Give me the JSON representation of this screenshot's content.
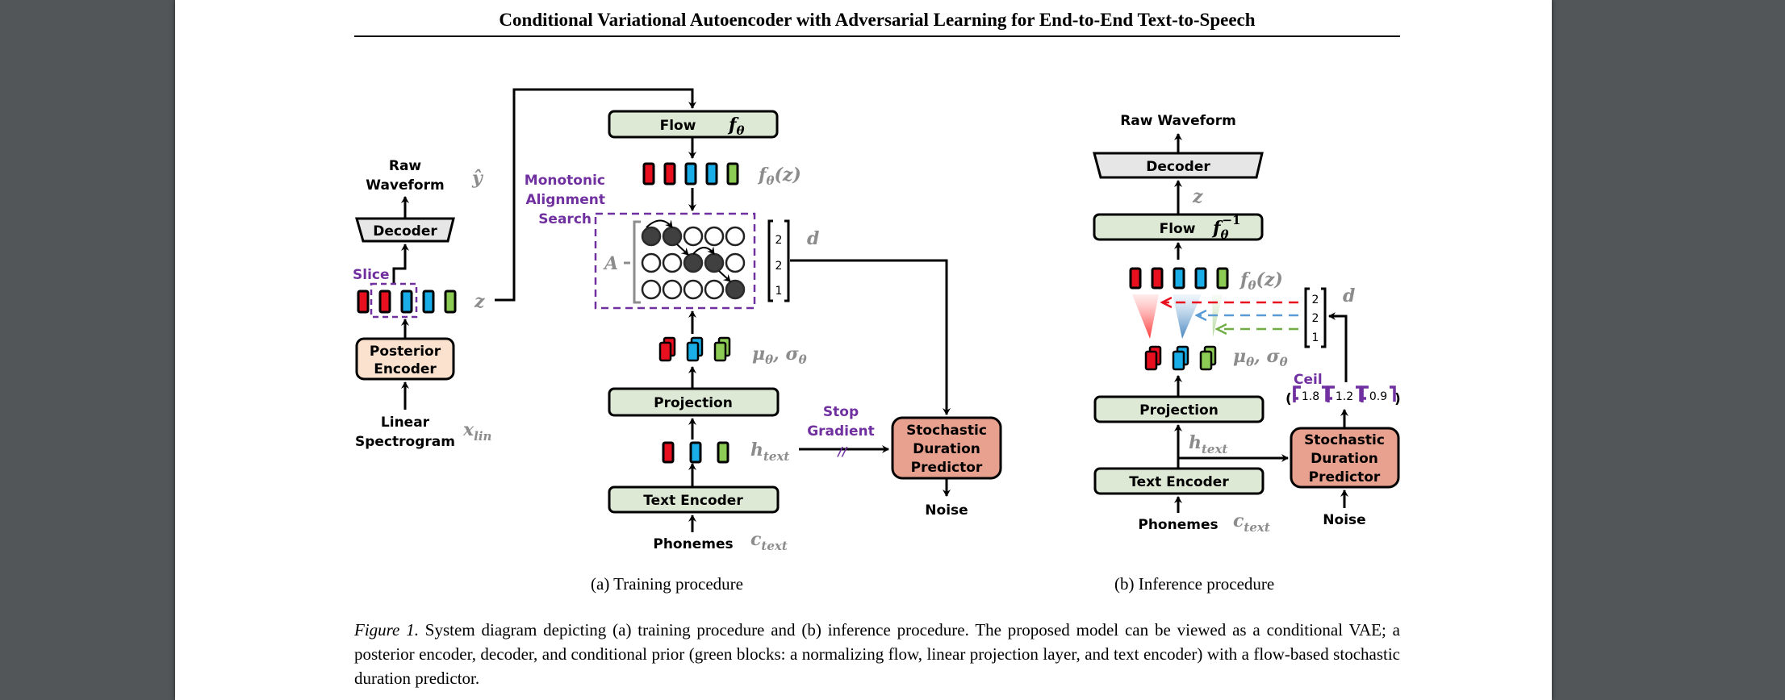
{
  "header": {
    "title": "Conditional Variational Autoencoder with Adversarial Learning for End-to-End Text-to-Speech"
  },
  "colors": {
    "red": "#e8101e",
    "blue": "#1aaee8",
    "green": "#8ccc55",
    "flow_box": "#dde9d4",
    "posterior_box": "#fbe2cf",
    "decoder_box": "#e6e6e6",
    "sdp_box": "#e8a08f",
    "purple": "#7030a0",
    "math_gray": "#8c8c8c"
  },
  "training": {
    "raw_waveform": [
      "Raw",
      "Waveform"
    ],
    "y_hat": "ŷ",
    "decoder": "Decoder",
    "slice": "Slice",
    "z_label": "z",
    "posterior_encoder": [
      "Posterior",
      "Encoder"
    ],
    "linear_spectrogram": [
      "Linear",
      "Spectrogram"
    ],
    "x_lin": "x",
    "x_lin_sub": "lin",
    "flow": "Flow",
    "flow_math": "f",
    "flow_math_sub": "θ",
    "f_theta_z": "f",
    "f_theta_z_sub": "θ",
    "f_theta_z_arg": "(z)",
    "mas": [
      "Monotonic",
      "Alignment",
      "Search"
    ],
    "A_label": "A",
    "alignment_matrix": [
      [
        1,
        1,
        0,
        0,
        0
      ],
      [
        0,
        0,
        1,
        1,
        0
      ],
      [
        0,
        0,
        0,
        0,
        1
      ]
    ],
    "d_label": "d",
    "durations": [
      "2",
      "2",
      "1"
    ],
    "mu_sigma": "μ",
    "mu_sigma_sub": "θ",
    "mu_sigma_sep": ", σ",
    "projection": "Projection",
    "h_text": "h",
    "h_text_sub": "text",
    "stop_gradient": [
      "Stop",
      "Gradient"
    ],
    "stop_mark": "//",
    "text_encoder": "Text Encoder",
    "phonemes": "Phonemes",
    "c_text": "c",
    "c_text_sub": "text",
    "sdp": [
      "Stochastic",
      "Duration",
      "Predictor"
    ],
    "noise": "Noise",
    "latent_colors": [
      "red",
      "red",
      "blue",
      "blue",
      "green"
    ],
    "prior_colors": [
      "red",
      "blue",
      "green"
    ],
    "subcaption": "(a) Training procedure"
  },
  "inference": {
    "raw_waveform": "Raw Waveform",
    "decoder": "Decoder",
    "z_label": "z",
    "flow": "Flow",
    "flow_math": "f",
    "flow_math_sub": "θ",
    "flow_math_sup": "−1",
    "f_theta_z": "f",
    "f_theta_z_sub": "θ",
    "f_theta_z_arg": "(z)",
    "d_label": "d",
    "durations": [
      "2",
      "2",
      "1"
    ],
    "mu_sigma": "μ",
    "mu_sigma_sub": "θ",
    "mu_sigma_sep": ", σ",
    "ceil_label": "Ceil",
    "ceil_values": [
      "1.8",
      "1.2",
      "0.9"
    ],
    "projection": "Projection",
    "h_text": "h",
    "h_text_sub": "text",
    "text_encoder": "Text Encoder",
    "phonemes": "Phonemes",
    "c_text": "c",
    "c_text_sub": "text",
    "sdp": [
      "Stochastic",
      "Duration",
      "Predictor"
    ],
    "noise": "Noise",
    "latent_colors": [
      "red",
      "red",
      "blue",
      "blue",
      "green"
    ],
    "prior_colors": [
      "red",
      "blue",
      "green"
    ],
    "subcaption": "(b) Inference procedure"
  },
  "caption": {
    "label": "Figure 1.",
    "text": " System diagram depicting (a) training procedure and (b) inference procedure. The proposed model can be viewed as a conditional VAE; a posterior encoder, decoder, and conditional prior (green blocks: a normalizing flow, linear projection layer, and text encoder) with a flow-based stochastic duration predictor."
  }
}
